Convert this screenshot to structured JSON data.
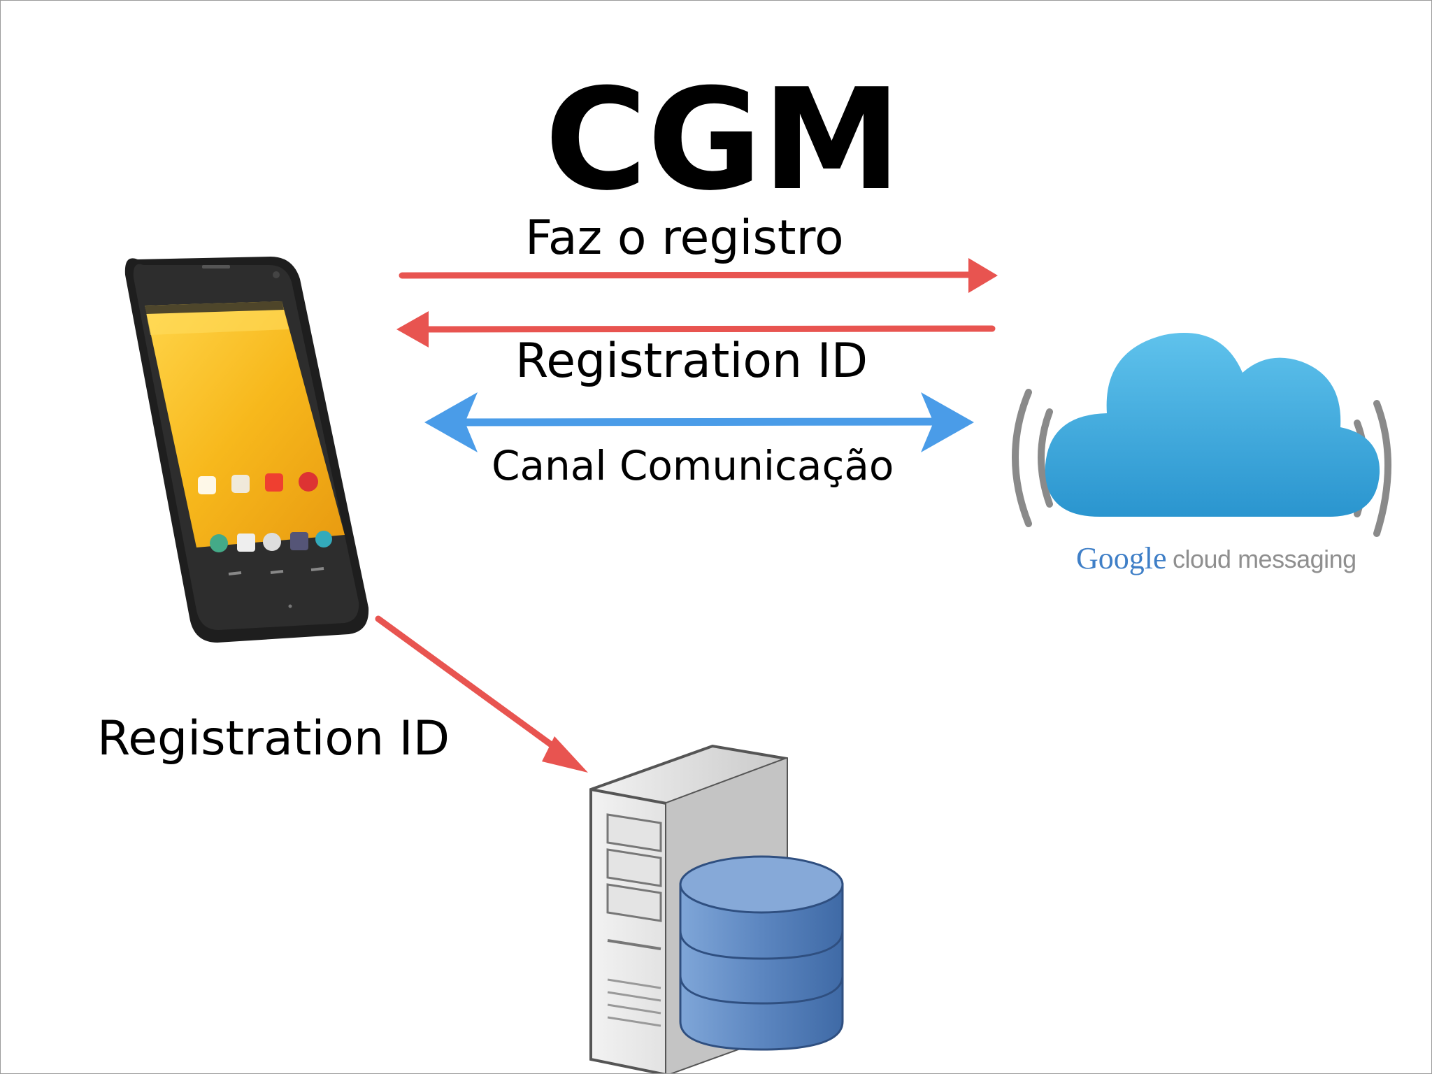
{
  "slide": {
    "title": "CGM",
    "labels": {
      "register": "Faz o registro",
      "registration_id_return": "Registration ID",
      "channel": "Canal Comunicação",
      "registration_id_server": "Registration ID"
    },
    "gcm_logo": {
      "brand": "Google",
      "rest": "cloud messaging"
    }
  },
  "colors": {
    "red_arrow": "#e85450",
    "blue_arrow": "#4a9ce8",
    "cloud": "#35a8dc",
    "cloud_light": "#5ec0ea",
    "signal_arc": "#8a8a8a",
    "phone_screen": "#f5b820",
    "db_blue": "#5b84bd"
  },
  "icons": [
    "phone-icon",
    "cloud-icon",
    "server-icon",
    "database-icon"
  ]
}
